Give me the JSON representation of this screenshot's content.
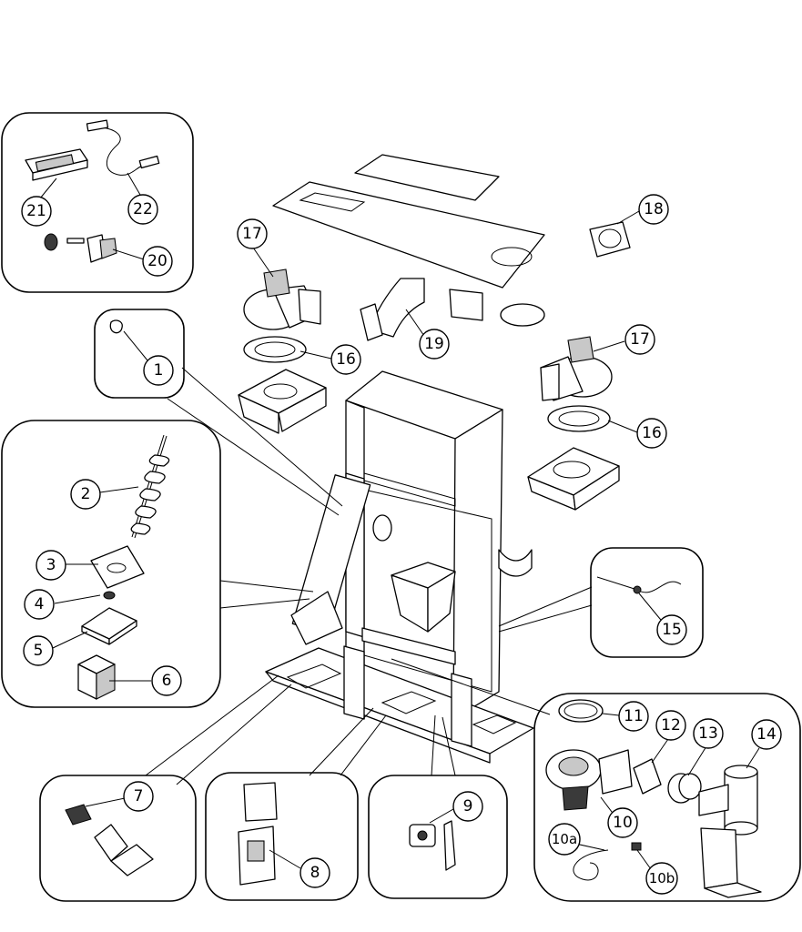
{
  "callouts": [
    {
      "id": "1",
      "label": "1"
    },
    {
      "id": "2",
      "label": "2"
    },
    {
      "id": "3",
      "label": "3"
    },
    {
      "id": "4",
      "label": "4"
    },
    {
      "id": "5",
      "label": "5"
    },
    {
      "id": "6",
      "label": "6"
    },
    {
      "id": "7",
      "label": "7"
    },
    {
      "id": "8",
      "label": "8"
    },
    {
      "id": "9",
      "label": "9"
    },
    {
      "id": "10",
      "label": "10"
    },
    {
      "id": "10a",
      "label": "10a"
    },
    {
      "id": "10b",
      "label": "10b"
    },
    {
      "id": "11",
      "label": "11"
    },
    {
      "id": "12",
      "label": "12"
    },
    {
      "id": "13",
      "label": "13"
    },
    {
      "id": "14",
      "label": "14"
    },
    {
      "id": "15",
      "label": "15"
    },
    {
      "id": "16a",
      "label": "16"
    },
    {
      "id": "16b",
      "label": "16"
    },
    {
      "id": "17a",
      "label": "17"
    },
    {
      "id": "17b",
      "label": "17"
    },
    {
      "id": "18",
      "label": "18"
    },
    {
      "id": "19",
      "label": "19"
    },
    {
      "id": "20",
      "label": "20"
    },
    {
      "id": "21",
      "label": "21"
    },
    {
      "id": "22",
      "label": "22"
    }
  ]
}
